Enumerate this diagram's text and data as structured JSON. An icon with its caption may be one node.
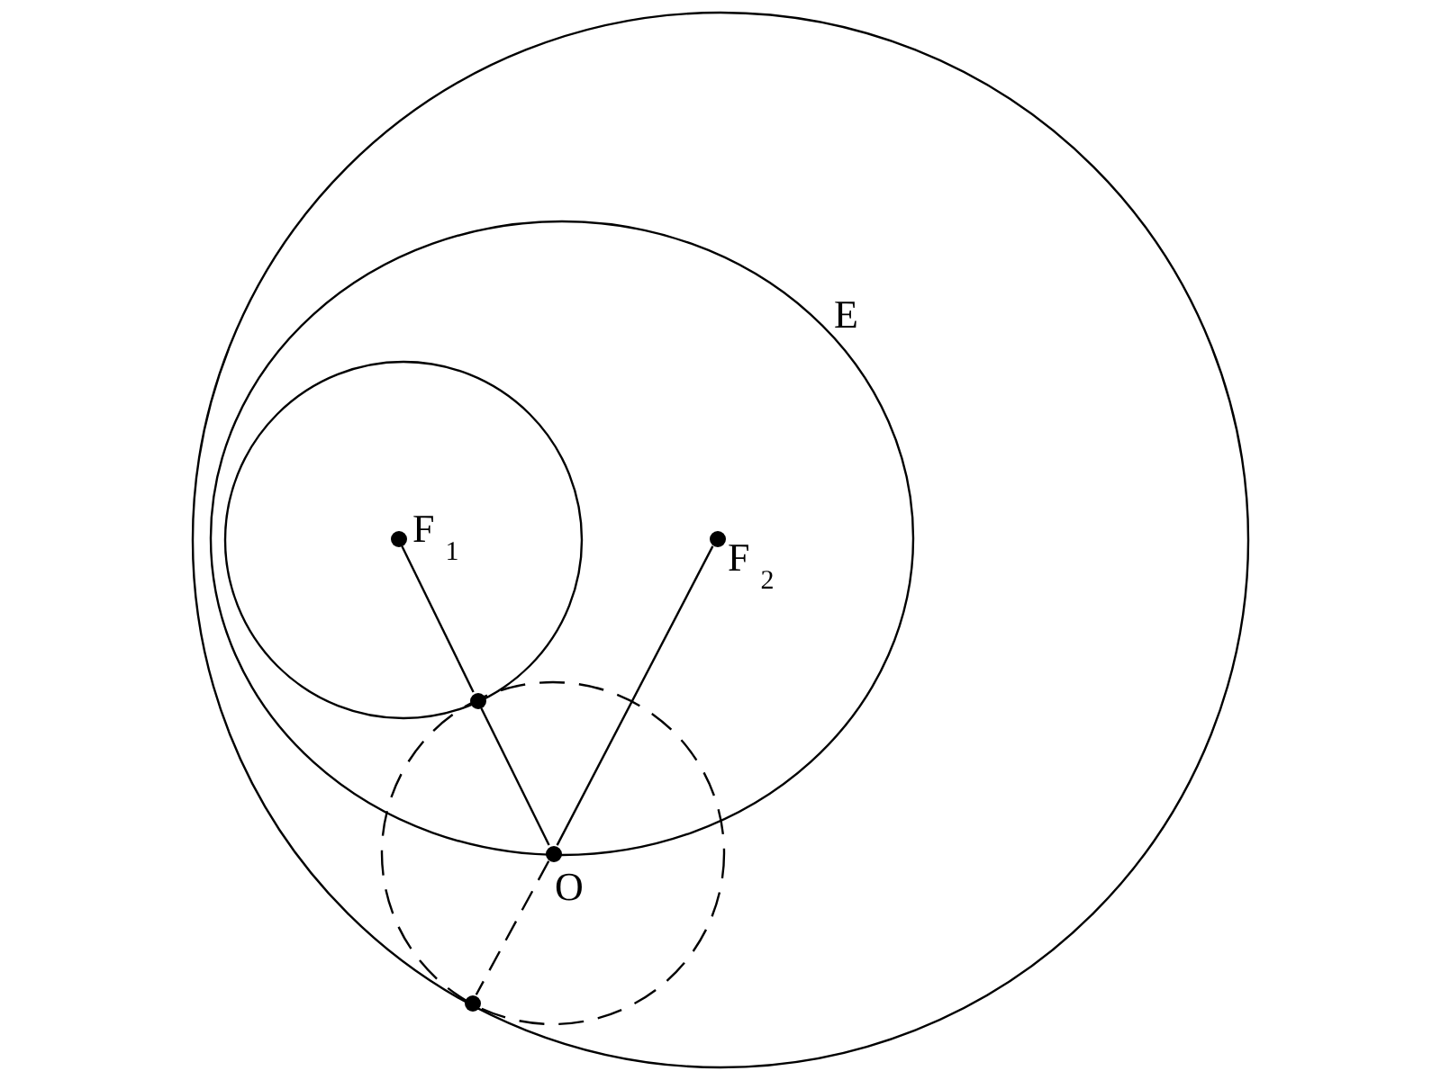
{
  "diagram": {
    "nodes": [
      {
        "text": [
          "F$_{1}$"
        ]
      },
      {
        "text": [
          "F$_{2}$"
        ]
      },
      {
        "text": [],
        "shape": "circle"
      },
      {
        "text": [
          "O"
        ]
      },
      {
        "text": [],
        "shape": "circle"
      }
    ],
    "edges": [
      {
        "from": 0,
        "to": 2,
        "arrow": "none"
      },
      {
        "from": 2,
        "to": 3,
        "arrow": "none"
      },
      {
        "from": 1,
        "to": 3,
        "arrow": "none"
      },
      {
        "from": 3,
        "to": 4,
        "arrow": "none",
        "style": "dashed"
      }
    ],
    "labels": [
      "E"
    ]
  }
}
